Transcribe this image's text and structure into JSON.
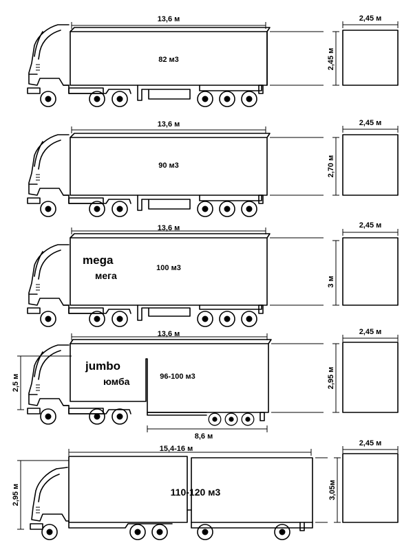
{
  "trucks": [
    {
      "length_label": "13,6 м",
      "volume_label": "82 м3",
      "height_label": "2,45 м",
      "section_width_label": "2,45 м"
    },
    {
      "length_label": "13,6 м",
      "volume_label": "90 м3",
      "height_label": "2,70 м",
      "section_width_label": "2,45 м"
    },
    {
      "length_label": "13,6 м",
      "volume_label": "100 м3",
      "height_label": "3 м",
      "section_width_label": "2,45 м",
      "type_latin": "mega",
      "type_cyrillic": "мега"
    },
    {
      "length_label": "13,6 м",
      "volume_label": "96-100 м3",
      "height_label": "2,95 м",
      "section_width_label": "2,45 м",
      "type_latin": "jumbo",
      "type_cyrillic": "юмба",
      "left_height_label": "2,5 м",
      "lower_length_label": "8,6 м"
    },
    {
      "length_label": "15,4-16 м",
      "volume_label": "110-120 м3",
      "height_label": "3,05м",
      "section_width_label": "2,45 м",
      "left_height_label": "2,95 м"
    }
  ]
}
